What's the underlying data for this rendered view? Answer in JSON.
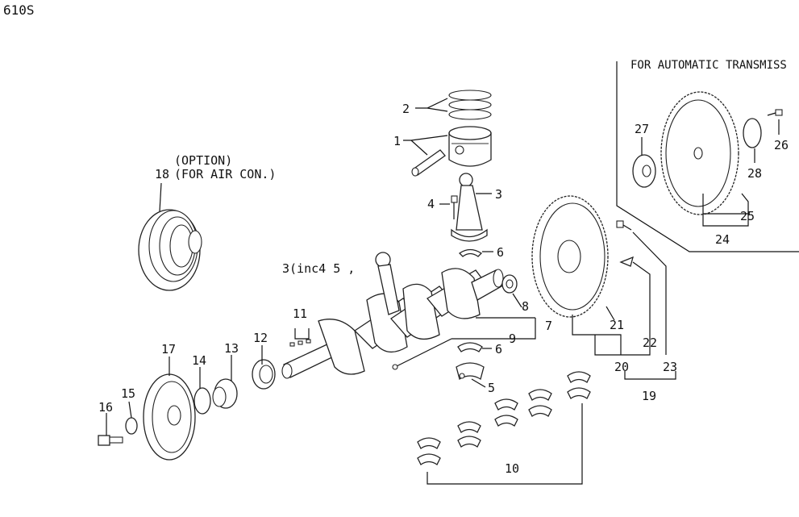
{
  "diagram": {
    "model_code": "610S",
    "notes": {
      "automatic": "FOR AUTOMATIC TRANSMISS",
      "option": "(OPTION)",
      "air_con": "(FOR AIR CON.)",
      "conrod_assy": "3(inc4 5 ,"
    },
    "callouts": [
      "1",
      "2",
      "3",
      "4",
      "5",
      "6",
      "6",
      "7",
      "8",
      "9",
      "10",
      "11",
      "12",
      "13",
      "14",
      "15",
      "16",
      "17",
      "18",
      "19",
      "20",
      "21",
      "22",
      "23",
      "24",
      "25",
      "26",
      "27",
      "28"
    ],
    "colors": {
      "ink": "#111111",
      "paper": "#ffffff"
    }
  }
}
